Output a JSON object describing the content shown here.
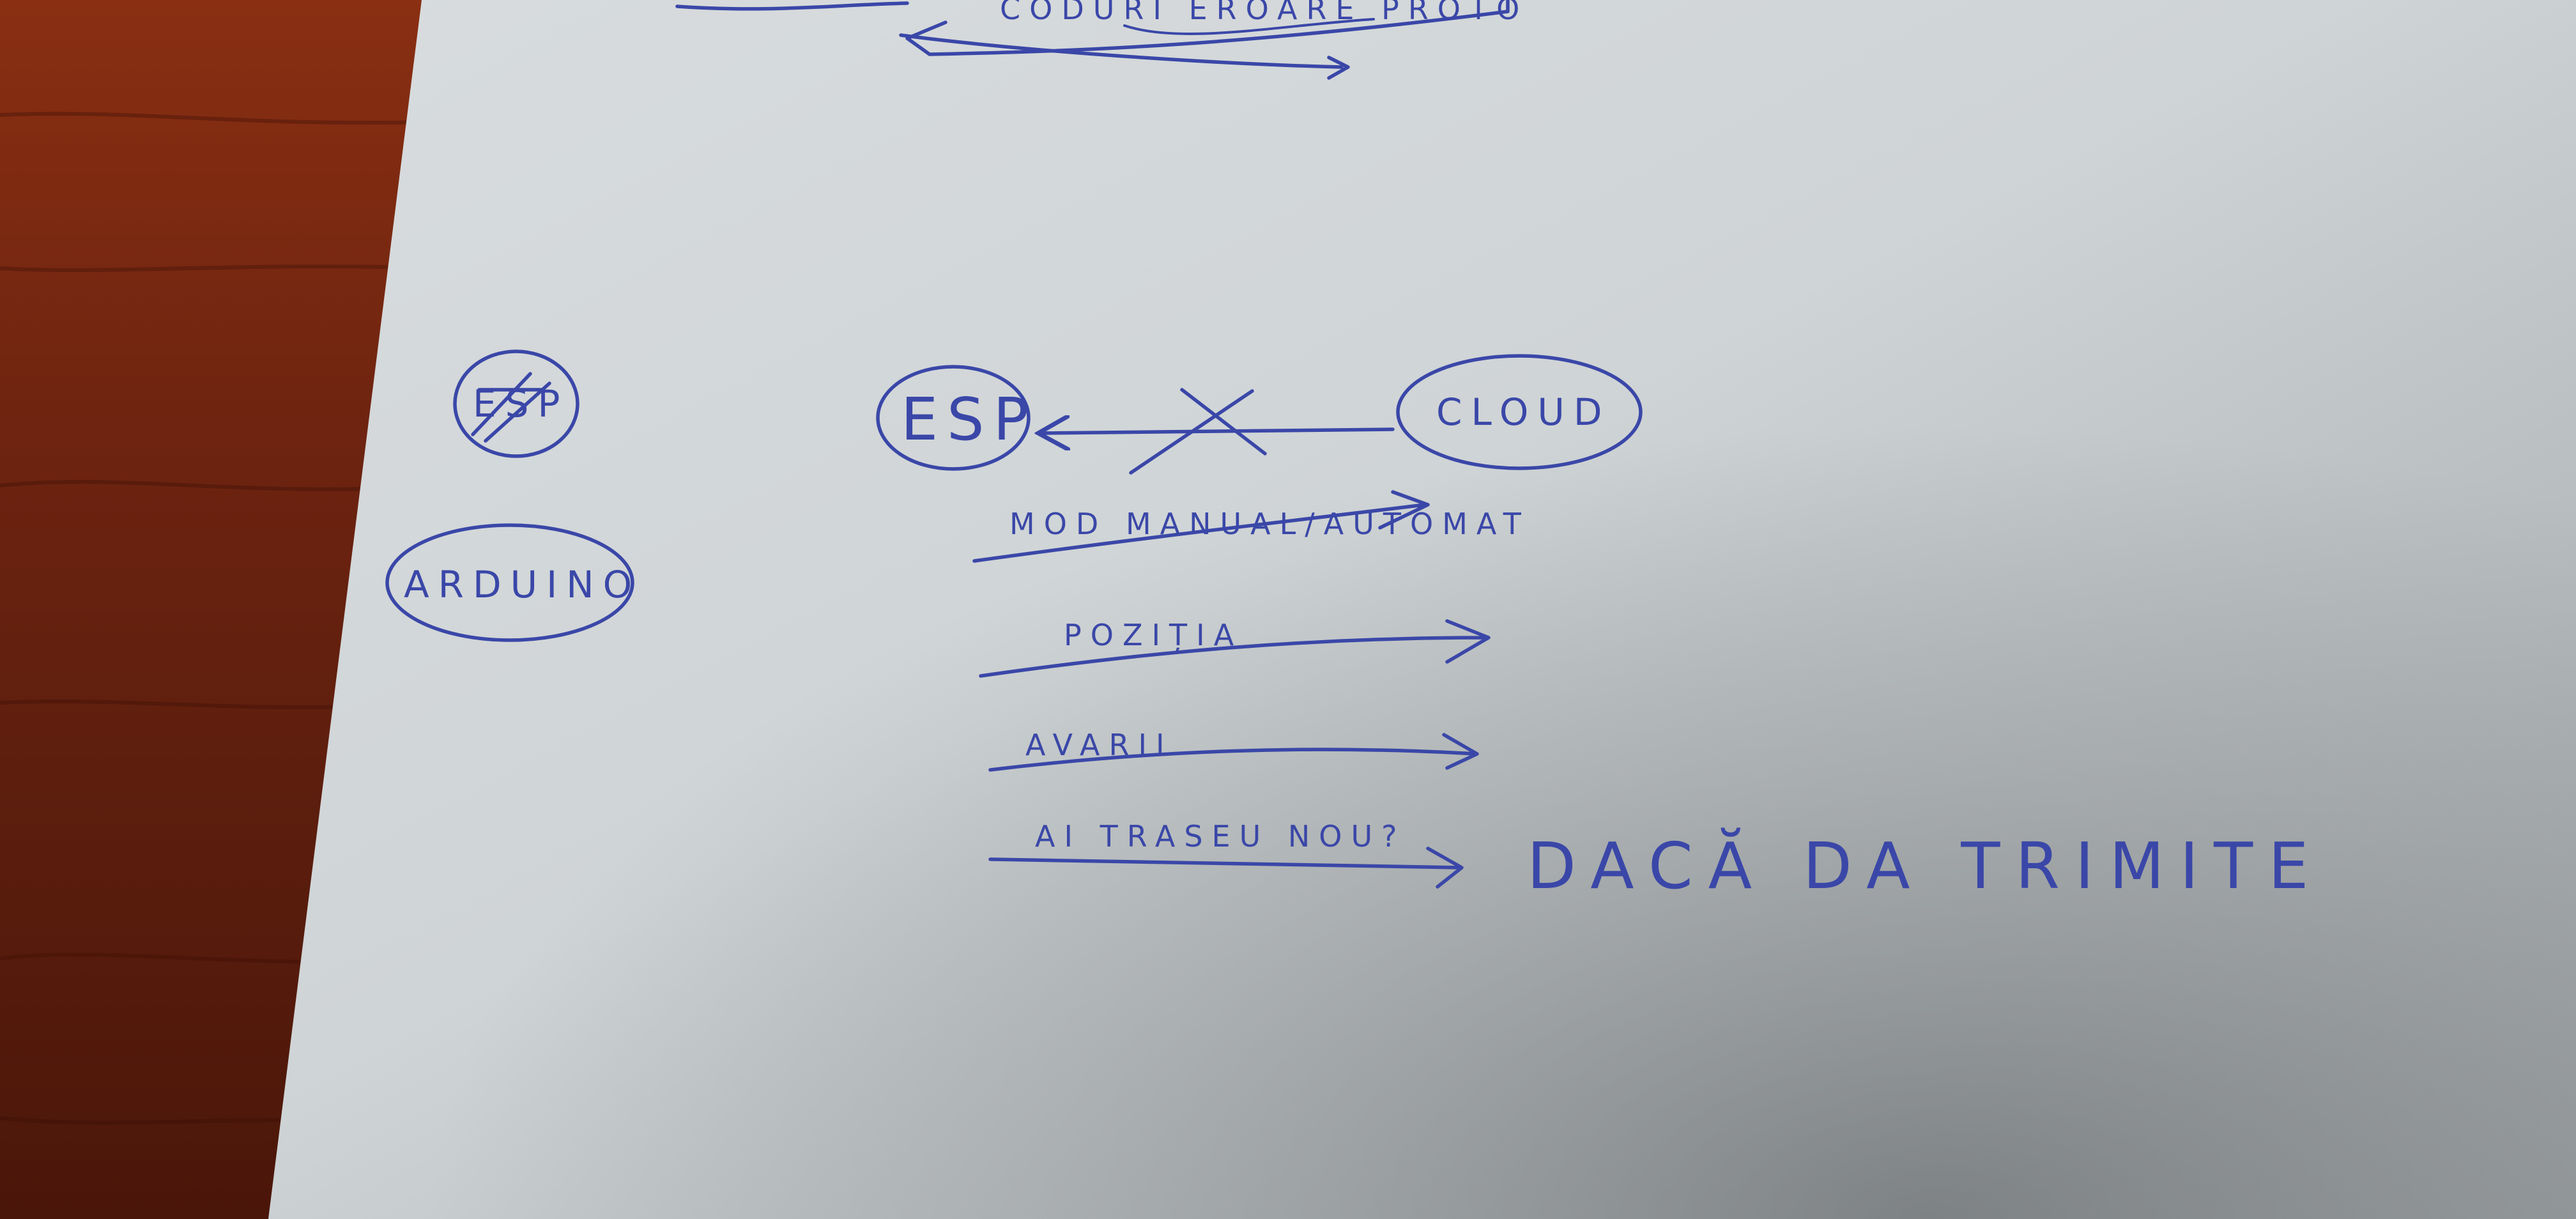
{
  "scene": {
    "description_colors": {
      "table": "#7a2a12",
      "paper": "#d6dadc",
      "ink": "#3a47a8"
    }
  },
  "sketch": {
    "top_scribble": "CODURI EROARE PROTO",
    "left_nodes": {
      "esp_crossed": "ESP",
      "arduino": "ARDUINO"
    },
    "diagram": {
      "esp": "ESP",
      "cloud": "CLOUD",
      "messages": [
        "MOD MANUAL/AUTOMAT",
        "POZIȚIA",
        "AVARII",
        "AI TRASEU NOU?"
      ],
      "side_note": "DACĂ DA TRIMITE"
    }
  }
}
